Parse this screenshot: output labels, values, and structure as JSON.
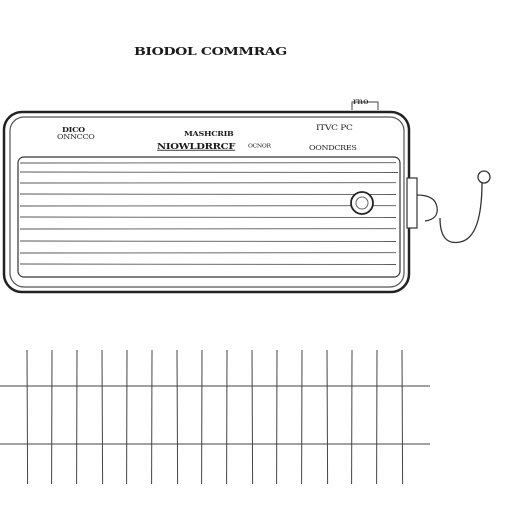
{
  "header": {
    "title": "BIODOL COMMRAG"
  },
  "device": {
    "tag_label": "rno",
    "panel_labels": {
      "left_top": "DICO",
      "left_bottom": "ONNCCO",
      "center_top": "MASHCRIB",
      "center_main": "NIOWLDRRCF",
      "center_small": "OCNOR",
      "right_top": "ITVC PC",
      "right_bottom": "OONDCRES"
    }
  },
  "grid": {
    "vertical_lines": 16,
    "horizontal_lines": 2
  }
}
